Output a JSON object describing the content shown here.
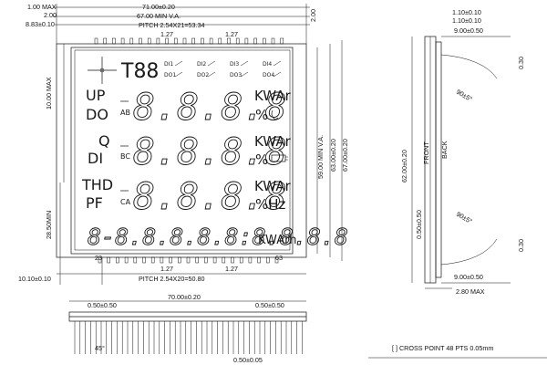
{
  "dimensions": {
    "max_top": "1.00 MAX",
    "left_200": "2.00",
    "overall_width": "71.00±0.20",
    "va_width": "67.00 MIN V.A.",
    "left_offset": "8.83±0.10",
    "pitch_top": "PITCH 2.54X21=53.34",
    "pin_127_a": "1.27",
    "pin_127_b": "1.27",
    "right_200": "2.00",
    "left_10max": "10.00 MAX",
    "left_28min": "28.50MIN",
    "va_height": "59.00 MIN V.A.",
    "h_63": "63.00±0.20",
    "h_67": "67.00±0.20",
    "pin_127_c": "1.27",
    "pin_127_d": "1.27",
    "pitch_bottom": "PITCH 2.54X20=50.80",
    "bottom_left_offset": "10.10±0.10",
    "pin_first": "23",
    "pin_last": "63",
    "width_70": "70.00±0.20",
    "pin_width_a": "0.50±0.50",
    "pin_width_b": "0.50±0.50",
    "pin_angle": "45°",
    "pin_bottom": "0.50±0.05",
    "side_110_a": "1.10±0.10",
    "side_110_b": "1.10±0.10",
    "side_900_top": "9.00±0.50",
    "side_030_top": "0.30",
    "side_angle_top": "90±5°",
    "side_height": "62.00±0.20",
    "side_front": "FRONT",
    "side_back": "BACK",
    "side_050": "0.50±0.50",
    "side_angle_bottom": "90±5°",
    "side_030_bottom": "0.30",
    "side_900_bottom": "9.00±0.50",
    "side_280": "2.80 MAX"
  },
  "lcd": {
    "t_label": "T88",
    "di_labels": [
      "DI1",
      "DI2",
      "DI3",
      "DI4"
    ],
    "do_labels": [
      "DO1",
      "DO2",
      "DO3",
      "DO4"
    ],
    "row1_left_top": "UP",
    "row1_left_bottom": "DO",
    "row1_phase": "AB",
    "row1_digits": "8.8.8.8",
    "row1_unit_top": "KWAr",
    "row1_unit_bottom": "%",
    "row2_left_top": "Q",
    "row2_left_bottom": "DI",
    "row2_phase": "BC",
    "row2_digits": "8.8.8.8",
    "row2_unit_top": "KWAr",
    "row2_unit_bottom": "%",
    "row3_left_top": "THD",
    "row3_left_bottom": "PF",
    "row3_phase": "CA",
    "row3_digits": "8.8.8.8",
    "row3_unit_top": "KWAr",
    "row3_unit_bottom": "%Hz",
    "row4_digits": "8-8.8.8.8.8:8.8.8.8",
    "row4_unit": "KWArh"
  },
  "note": "[ ] CROSS POINT 48 PTS 0.05mm"
}
